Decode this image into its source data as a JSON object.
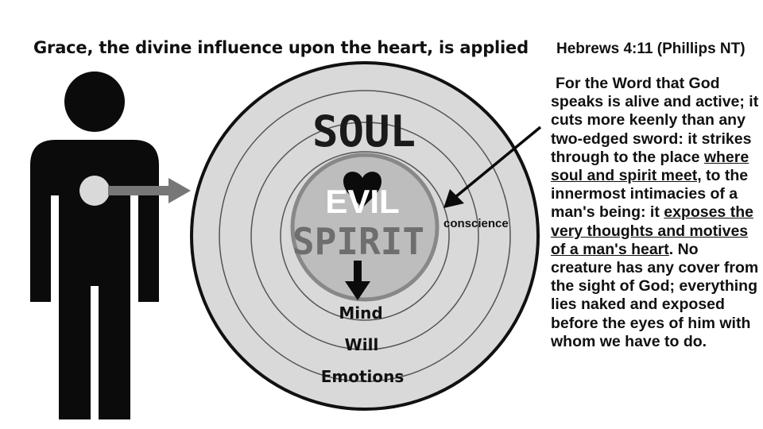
{
  "title": "Grace, the divine influence upon the heart, is applied",
  "reference": "Hebrews 4:11 (Phillips NT)",
  "scripture": {
    "p1": "For the Word that God speaks is alive and active; it cuts more keenly than any two-edged sword: it strikes through to the place ",
    "u1": "where soul and spirit meet,",
    "p2": " to the innermost intimacies of a man's being: it ",
    "u2": "exposes the very thoughts and motives of a man's heart",
    "p3": ". No creature has any cover from the sight of God; everything lies naked and exposed before the eyes of him with whom we have to do."
  },
  "labels": {
    "soul": "SOUL",
    "evil": "EVIL",
    "spirit": "SPIRIT",
    "mind": "Mind",
    "will": "Will",
    "emotions": "Emotions",
    "conscience": "conscience"
  },
  "colors": {
    "figure": "#0b0b0b",
    "outer_circle": "#d9d9d9",
    "inner_circle": "#bdbdbd",
    "arrow_gray": "#777777"
  }
}
